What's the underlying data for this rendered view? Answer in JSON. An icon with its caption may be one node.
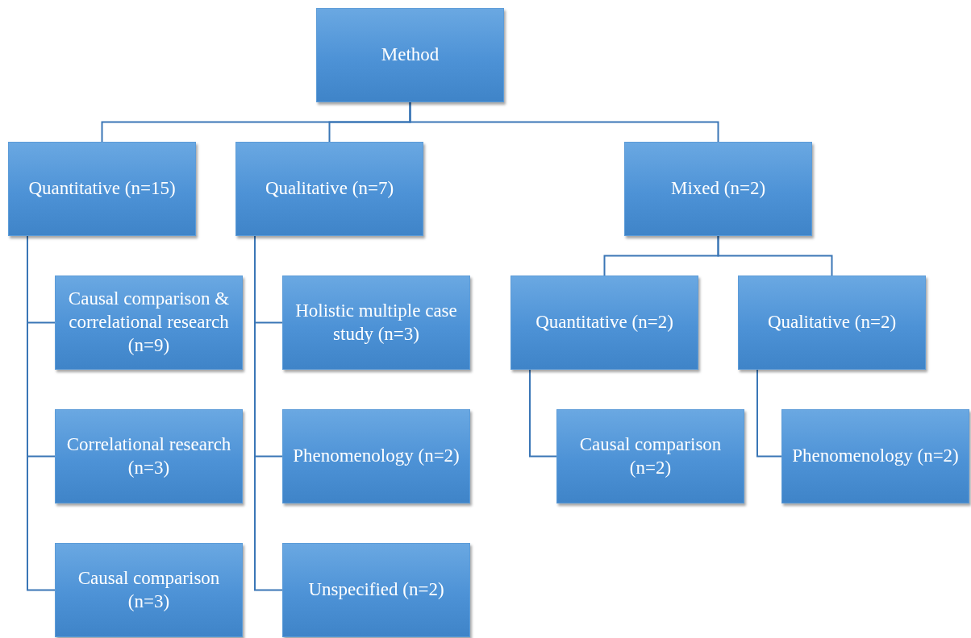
{
  "diagram": {
    "nodes": [
      {
        "text": [
          "Method"
        ]
      },
      {
        "text": [
          "Quantitative (n=15)"
        ]
      },
      {
        "text": [
          "Qualitative (n=7)"
        ]
      },
      {
        "text": [
          "Mixed (n=2)"
        ]
      },
      {
        "text": [
          "Causal comparison & correlational research (n=9)"
        ]
      },
      {
        "text": [
          "Correlational research (n=3)"
        ]
      },
      {
        "text": [
          "Causal comparison (n=3)"
        ]
      },
      {
        "text": [
          "Holistic multiple case study (n=3)"
        ]
      },
      {
        "text": [
          "Phenomenology (n=2)"
        ]
      },
      {
        "text": [
          "Unspecified (n=2)"
        ]
      },
      {
        "text": [
          "Quantitative (n=2)"
        ]
      },
      {
        "text": [
          "Qualitative (n=2)"
        ]
      },
      {
        "text": [
          "Causal comparison (n=2)"
        ]
      },
      {
        "text": [
          "Phenomenology (n=2)"
        ]
      }
    ],
    "edges": [
      {
        "from": 0,
        "to": 1,
        "arrow": "none"
      },
      {
        "from": 0,
        "to": 2,
        "arrow": "none"
      },
      {
        "from": 0,
        "to": 3,
        "arrow": "none"
      },
      {
        "from": 1,
        "to": 4,
        "arrow": "none"
      },
      {
        "from": 1,
        "to": 5,
        "arrow": "none"
      },
      {
        "from": 1,
        "to": 6,
        "arrow": "none"
      },
      {
        "from": 2,
        "to": 7,
        "arrow": "none"
      },
      {
        "from": 2,
        "to": 8,
        "arrow": "none"
      },
      {
        "from": 2,
        "to": 9,
        "arrow": "none"
      },
      {
        "from": 3,
        "to": 10,
        "arrow": "none"
      },
      {
        "from": 3,
        "to": 11,
        "arrow": "none"
      },
      {
        "from": 10,
        "to": 12,
        "arrow": "none"
      },
      {
        "from": 11,
        "to": 13,
        "arrow": "none"
      }
    ]
  }
}
